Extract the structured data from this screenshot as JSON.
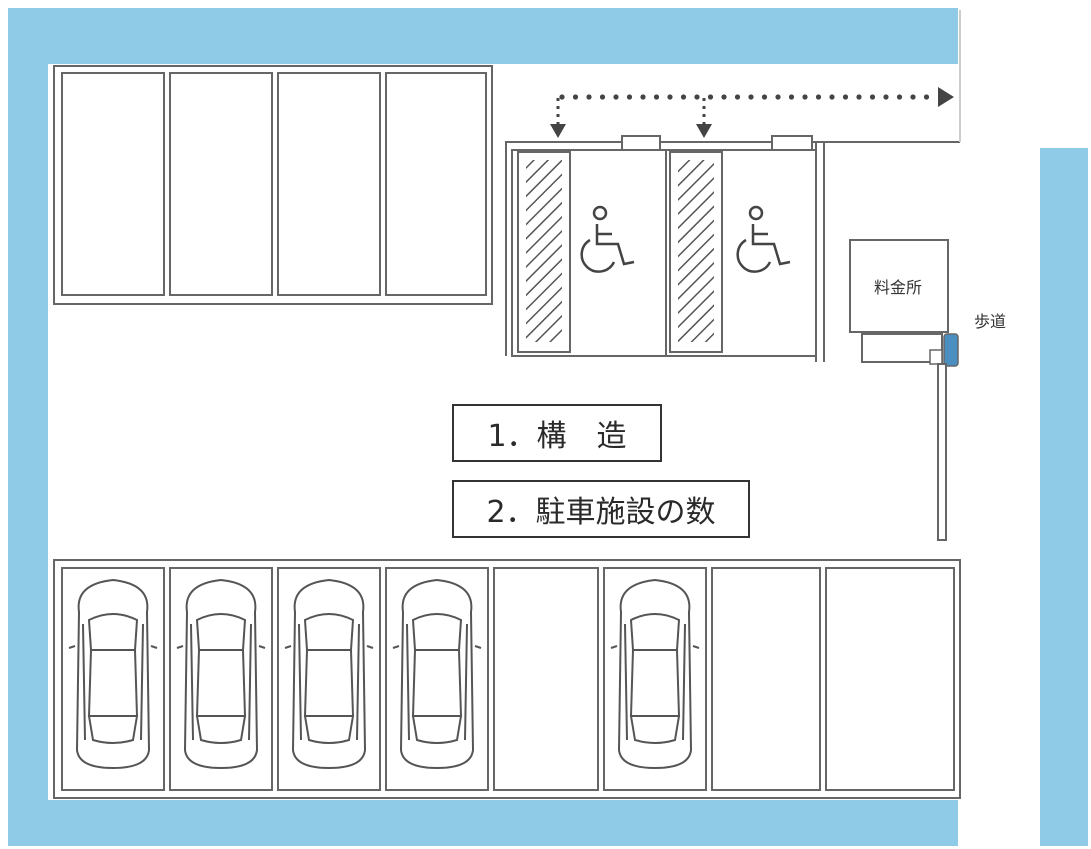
{
  "labels": {
    "fare_booth": "料金所",
    "sidewalk": "歩道",
    "item_1": "1．構　造",
    "item_2": "2．駐車施設の数"
  },
  "parking": {
    "upper_left_spaces": 4,
    "accessible_spaces": 2,
    "lower_spaces": [
      {
        "occupied": true
      },
      {
        "occupied": true
      },
      {
        "occupied": true
      },
      {
        "occupied": true
      },
      {
        "occupied": false
      },
      {
        "occupied": true
      },
      {
        "occupied": false
      },
      {
        "occupied": false
      }
    ]
  },
  "colors": {
    "wall": "#8fcbe6",
    "line": "#666666",
    "hatch": "#555555",
    "arrow": "#444444",
    "gate_accent": "#4a8fc0"
  },
  "icons": [
    "wheelchair-icon",
    "car-icon",
    "dotted-arrow-icon"
  ]
}
